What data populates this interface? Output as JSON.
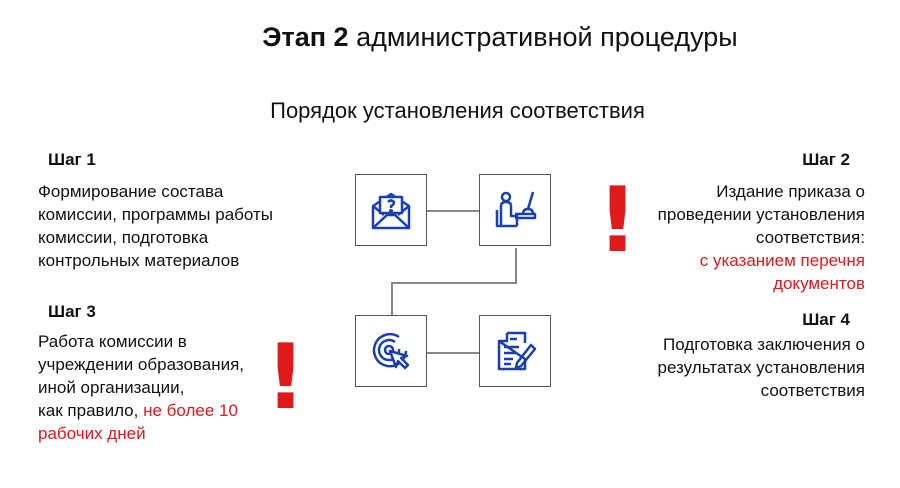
{
  "title": {
    "bold": "Этап 2",
    "rest": " административной процедуры"
  },
  "subtitle": "Порядок установления соответствия",
  "steps": [
    {
      "label": "Шаг 1",
      "lines": [
        "Формирование состава",
        "комиссии, программы работы",
        "комиссии, подготовка",
        "контрольных материалов"
      ]
    },
    {
      "label": "Шаг 2",
      "lines": [
        "Издание приказа о",
        "проведении установления",
        "соответствия:"
      ],
      "red_lines": [
        "с указанием перечня",
        "документов"
      ]
    },
    {
      "label": "Шаг 3",
      "lines": [
        "Работа комиссии в",
        "учреждении образования,",
        "иной организации,"
      ],
      "mixed_prefix": "как правило, ",
      "red_inline": "не более 10",
      "red_last": "рабочих дней"
    },
    {
      "label": "Шаг 4",
      "lines": [
        "Подготовка заключения о",
        "результатах установления",
        "соответствия"
      ]
    }
  ],
  "exclamation": "!",
  "icons": [
    "envelope-question-icon",
    "teacher-desk-icon",
    "target-cursor-icon",
    "document-pen-icon"
  ],
  "colors": {
    "accent": "#1a3fb0",
    "warning": "#e0191b"
  }
}
